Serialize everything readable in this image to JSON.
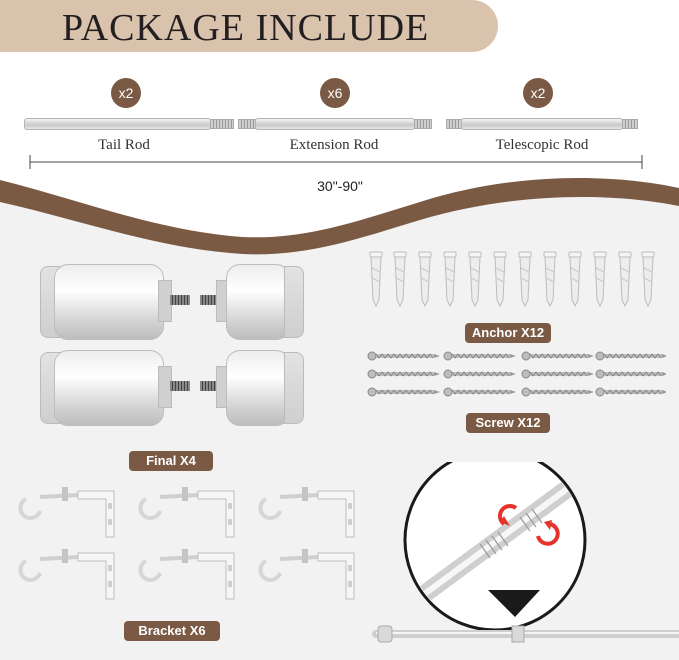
{
  "title": "PACKAGE INCLUDE",
  "rods": [
    {
      "count": "x2",
      "label": "Tail Rod"
    },
    {
      "count": "x6",
      "label": "Extension Rod"
    },
    {
      "count": "x2",
      "label": "Telescopic Rod"
    }
  ],
  "length_range": "30\"-90\"",
  "labels": {
    "anchor": "Anchor X12",
    "screw": "Screw X12",
    "finial": "Final X4",
    "bracket": "Bracket X6"
  },
  "colors": {
    "accent_brown": "#7a5a44",
    "title_tan": "#d9c3ad",
    "wave_brown": "#7b5a44",
    "lower_panel": "#f2f2f2",
    "rotate_red": "#e5322b"
  }
}
